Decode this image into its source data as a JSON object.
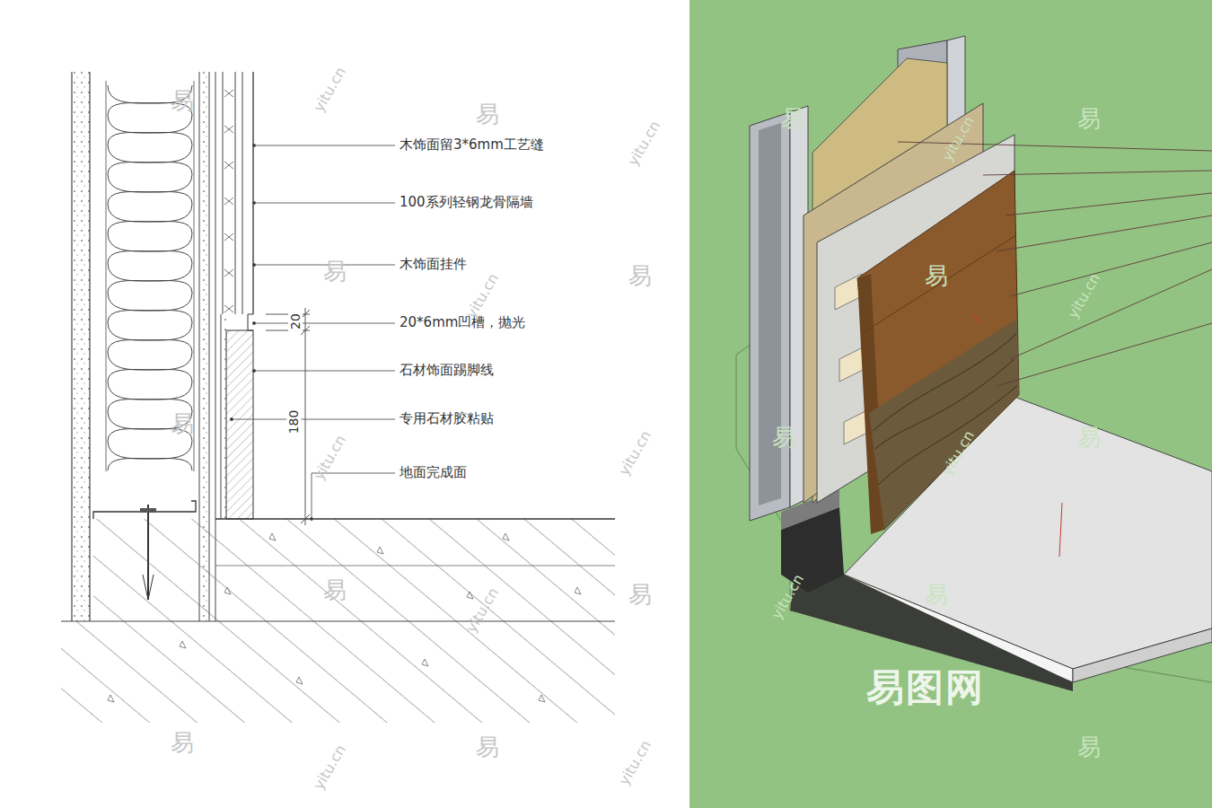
{
  "diagram": {
    "labels": [
      "木饰面留3*6mm工艺缝",
      "100系列轻钢龙骨隔墙",
      "木饰面挂件",
      "20*6mm凹槽，抛光",
      "石材饰面踢脚线",
      "专用石材胶粘贴",
      "地面完成面",
      "20",
      "180",
      "易图网",
      "易",
      "易",
      "易",
      "易",
      "易",
      "易",
      "易",
      "易",
      "易",
      "易",
      "易",
      "易",
      "易",
      "易",
      "易",
      "易",
      "yitu.cn",
      "yitu.cn",
      "yitu.cn",
      "yitu.cn",
      "yitu.cn",
      "yitu.cn",
      "yitu.cn",
      "yitu.cn",
      "yitu.cn",
      "yitu.cn",
      "yitu.cn",
      "yitu.cn"
    ]
  }
}
